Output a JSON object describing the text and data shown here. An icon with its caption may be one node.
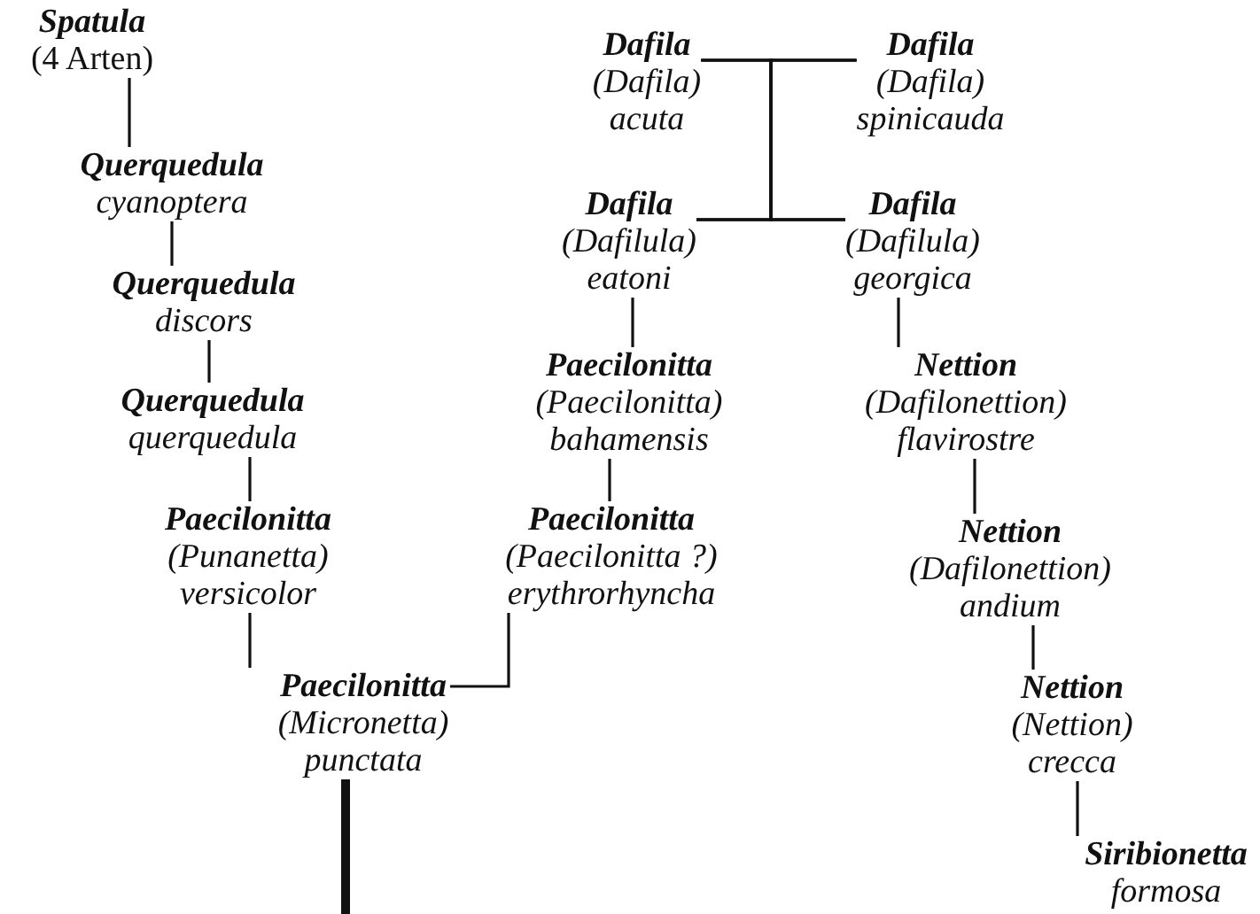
{
  "diagram": {
    "nodes": [
      {
        "text": [
          "Spatula",
          "(4 Arten)"
        ]
      },
      {
        "text": [
          "Querquedula",
          "cyanoptera"
        ]
      },
      {
        "text": [
          "Querquedula",
          "discors"
        ]
      },
      {
        "text": [
          "Querquedula",
          "querquedula"
        ]
      },
      {
        "text": [
          "Paecilonitta",
          "(Punanetta)",
          "versicolor"
        ]
      },
      {
        "text": [
          "Paecilonitta",
          "(Micronetta)",
          "punctata"
        ]
      },
      {
        "text": [
          "Dafila",
          "(Dafila)",
          "acuta"
        ]
      },
      {
        "text": [
          "Dafila",
          "(Dafila)",
          "spinicauda"
        ]
      },
      {
        "text": [
          "Dafila",
          "(Dafilula)",
          "eatoni"
        ]
      },
      {
        "text": [
          "Dafila",
          "(Dafilula)",
          "georgica"
        ]
      },
      {
        "text": [
          "Paecilonitta",
          "(Paecilonitta)",
          "bahamensis"
        ]
      },
      {
        "text": [
          "Nettion",
          "(Dafilonettion)",
          "flavirostre"
        ]
      },
      {
        "text": [
          "Paecilonitta",
          "(Paecilonitta ?)",
          "erythrorhyncha"
        ]
      },
      {
        "text": [
          "Nettion",
          "(Dafilonettion)",
          "andium"
        ]
      },
      {
        "text": [
          "Nettion",
          "(Nettion)",
          "crecca"
        ]
      },
      {
        "text": [
          "Siribionetta",
          "formosa"
        ]
      }
    ],
    "edges": [
      {
        "from": 0,
        "to": 1,
        "arrow": "none"
      },
      {
        "from": 1,
        "to": 2,
        "arrow": "none"
      },
      {
        "from": 2,
        "to": 3,
        "arrow": "none"
      },
      {
        "from": 3,
        "to": 4,
        "arrow": "none"
      },
      {
        "from": 4,
        "to": 5,
        "arrow": "none"
      },
      {
        "from": 12,
        "to": 5,
        "arrow": "none"
      },
      {
        "from": 5,
        "to": null,
        "arrow": "none",
        "style": "thick"
      },
      {
        "from": 6,
        "to": 7,
        "arrow": "none"
      },
      {
        "from": 8,
        "to": 9,
        "arrow": "none"
      },
      {
        "from": 6,
        "to": 8,
        "arrow": "none"
      },
      {
        "from": 6,
        "to": 9,
        "arrow": "none"
      },
      {
        "from": 7,
        "to": 8,
        "arrow": "none"
      },
      {
        "from": 7,
        "to": 9,
        "arrow": "none"
      },
      {
        "from": 8,
        "to": 10,
        "arrow": "none"
      },
      {
        "from": 9,
        "to": 11,
        "arrow": "none"
      },
      {
        "from": 10,
        "to": 12,
        "arrow": "none"
      },
      {
        "from": 11,
        "to": 13,
        "arrow": "none"
      },
      {
        "from": 13,
        "to": 14,
        "arrow": "none"
      },
      {
        "from": 14,
        "to": 15,
        "arrow": "none"
      }
    ]
  }
}
